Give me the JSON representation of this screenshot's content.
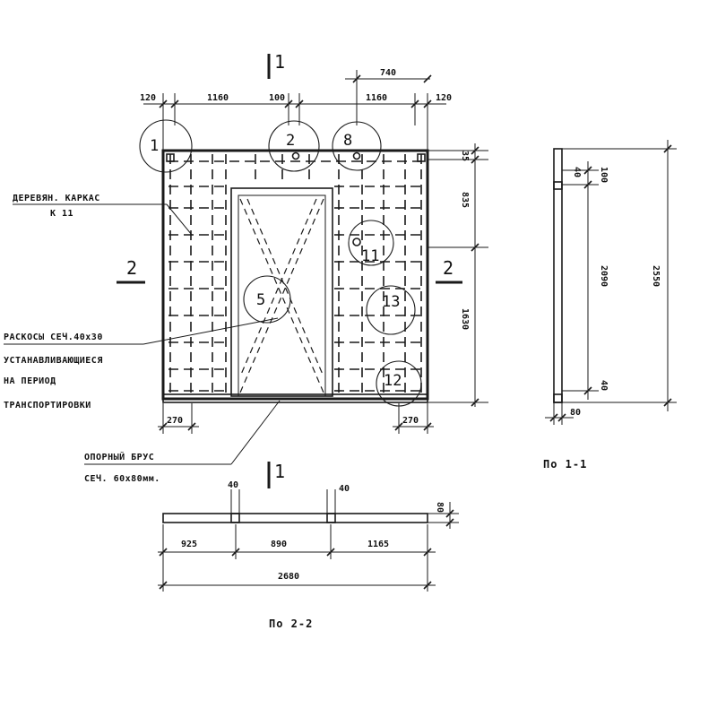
{
  "section_marks": {
    "cut_1_top": "1",
    "cut_1_bottom": "1",
    "cut_2_left": "2",
    "cut_2_right": "2"
  },
  "dimensions": {
    "top": [
      "120",
      "1160",
      "100",
      "1160",
      "120"
    ],
    "top_upper": "740",
    "right": [
      "35",
      "835",
      "1630"
    ],
    "bottom_left": "270",
    "bottom_right": "270",
    "view2_marks": [
      "40",
      "40"
    ],
    "view2_height": "80",
    "view2_bottom": [
      "925",
      "890",
      "1165"
    ],
    "view2_total": "2680",
    "view1_top": [
      "40",
      "100"
    ],
    "view1_mid": "2090",
    "view1_total": "2550",
    "view1_bottom": [
      "40",
      "80"
    ]
  },
  "callouts": [
    "1",
    "2",
    "8",
    "11",
    "5",
    "13",
    "12"
  ],
  "labels": {
    "frame_line1": "ДЕРЕВЯН. КАРКАС",
    "frame_line2": "К 11",
    "braces_line1": "РАСКОСЫ  СЕЧ.40x30",
    "braces_line2": "УСТАНАВЛИВАЮЩИЕСЯ",
    "braces_line3": "НА ПЕРИОД",
    "braces_line4": "ТРАНСПОРТИРОВКИ",
    "beam_line1": "ОПОРНЫЙ БРУС",
    "beam_line2": "СЕЧ. 60x80мм."
  },
  "view_titles": {
    "view_1_1": "По 1-1",
    "view_2_2": "По 2-2"
  }
}
